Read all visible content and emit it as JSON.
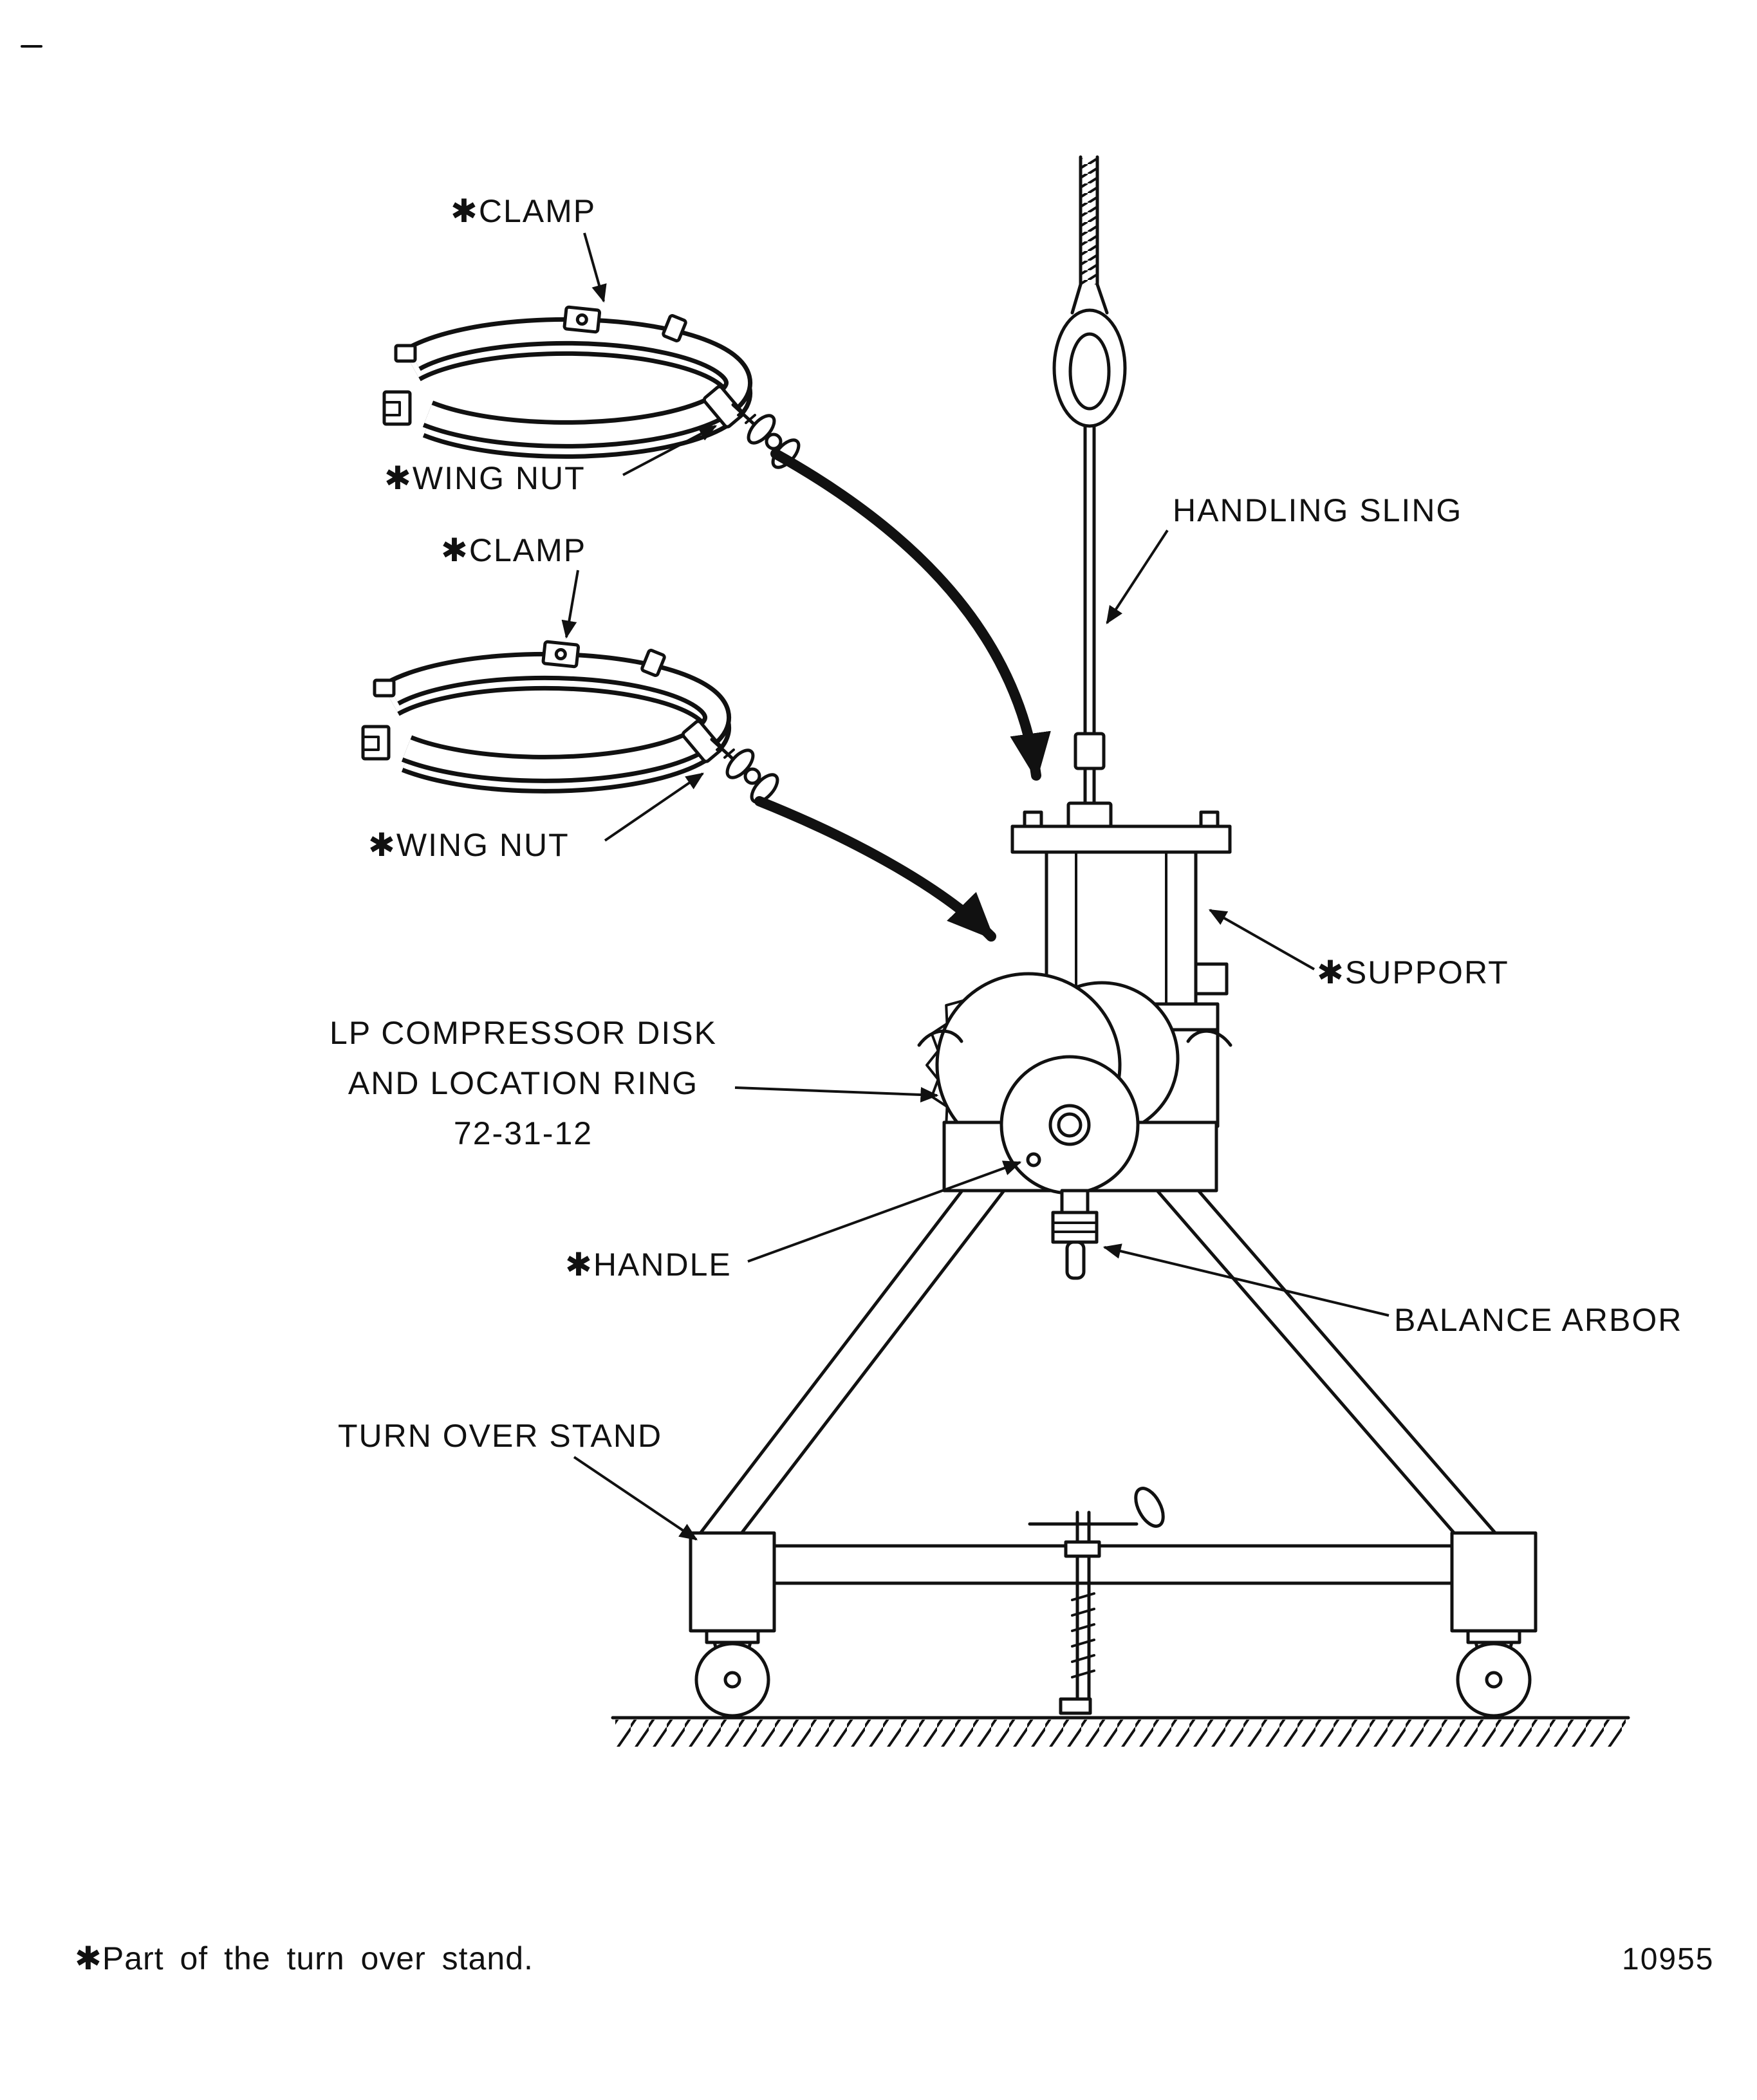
{
  "figure": {
    "labels": {
      "clamp_top": "✱CLAMP",
      "wing_nut_top": "✱WING NUT",
      "clamp_bottom": "✱CLAMP",
      "wing_nut_bottom": "✱WING NUT",
      "handling_sling": "HANDLING SLING",
      "support": "✱SUPPORT",
      "lp_compressor_lines": [
        "LP COMPRESSOR DISK",
        "AND LOCATION RING",
        "72-31-12"
      ],
      "handle": "✱HANDLE",
      "balance_arbor": "BALANCE ARBOR",
      "turn_over_stand": "TURN OVER STAND"
    },
    "footnote": "✱Part of the turn over stand.",
    "figure_number": "10955",
    "colors": {
      "ink": "#111111",
      "paper": "#ffffff"
    }
  }
}
